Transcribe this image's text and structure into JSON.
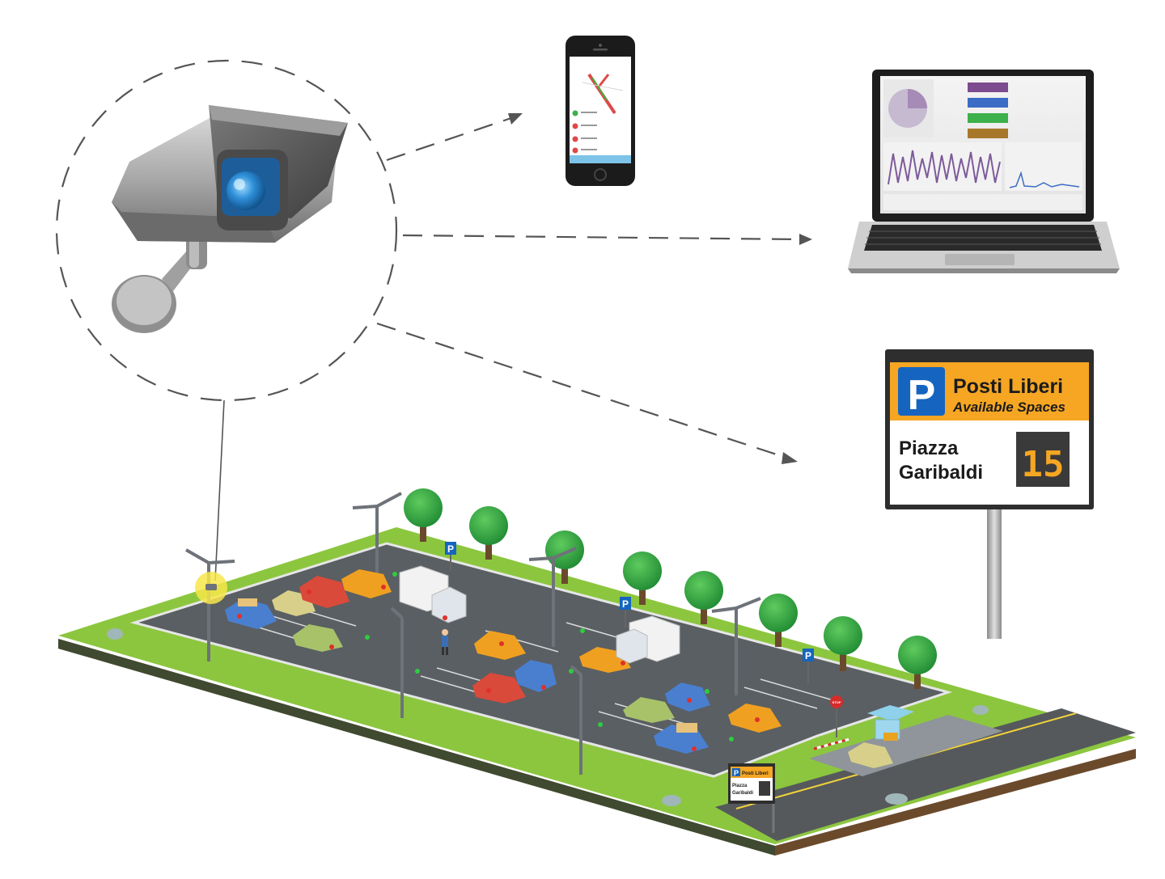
{
  "sign": {
    "p_letter": "P",
    "title": "Posti Liberi",
    "subtitle": "Available Spaces",
    "location_line1": "Piazza",
    "location_line2": "Garibaldi",
    "count": "15"
  },
  "small_sign": {
    "p_letter": "P",
    "title": "Posti Liberi",
    "location_line1": "Piazza",
    "location_line2": "Garibaldi"
  },
  "parking_markers": {
    "p_letter": "P"
  },
  "stop_sign": {
    "label": "STOP"
  },
  "colors": {
    "sign_orange": "#f6a623",
    "sign_blue": "#1565c0",
    "grass": "#8cc63f",
    "asphalt": "#5a5f63",
    "camera_lens": "#2f8fd8",
    "camera_highlight": "#f7e64a",
    "digit_amber": "#f5a623"
  },
  "icons": {
    "camera": "cctv-camera-icon",
    "phone": "smartphone-icon",
    "laptop": "laptop-icon",
    "sign": "parking-availability-sign-icon"
  }
}
